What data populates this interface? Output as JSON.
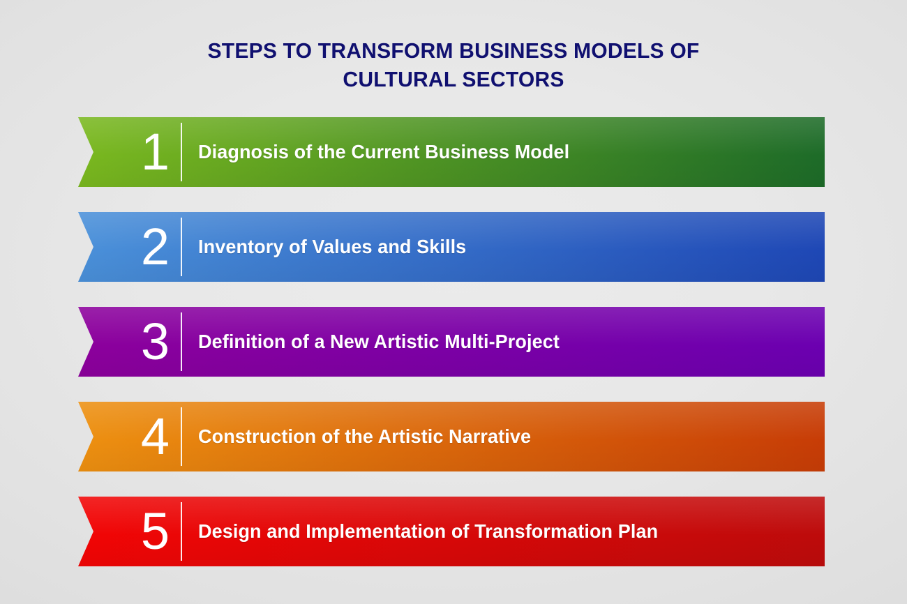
{
  "title": "STEPS TO TRANSFORM BUSINESS MODELS OF\nCULTURAL SECTORS",
  "background": {
    "color": "#e8e8e8"
  },
  "title_color": "#101070",
  "steps": [
    {
      "number": "1",
      "label": "Diagnosis of the Current Business Model",
      "color_start": "#7ab81f",
      "color_end": "#1d6b28"
    },
    {
      "number": "2",
      "label": "Inventory of Values and Skills",
      "color_start": "#4a90d9",
      "color_end": "#1e47b5"
    },
    {
      "number": "3",
      "label": "Definition of a New Artistic Multi-Project",
      "color_start": "#8c009c",
      "color_end": "#6b00b0"
    },
    {
      "number": "4",
      "label": "Construction of the Artistic Narrative",
      "color_start": "#ed9010",
      "color_end": "#c73c06"
    },
    {
      "number": "5",
      "label": "Design and Implementation of Transformation Plan",
      "color_start": "#f20505",
      "color_end": "#bd0b0b"
    }
  ]
}
